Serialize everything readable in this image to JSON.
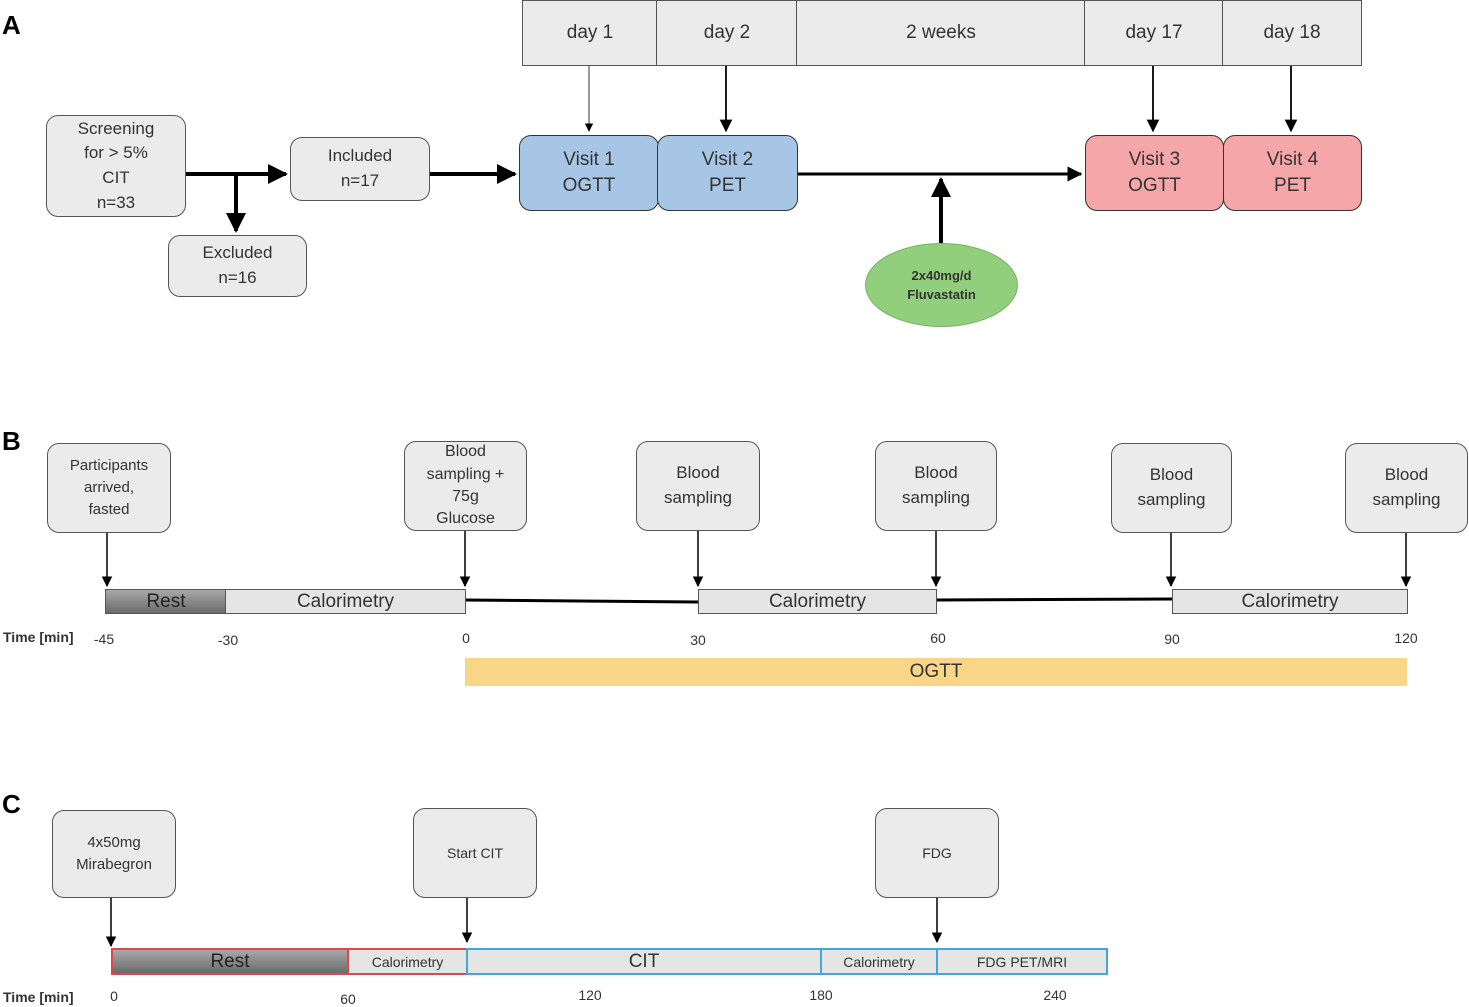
{
  "panels": {
    "a": "A",
    "b": "B",
    "c": "C"
  },
  "panel_a": {
    "days": [
      "day 1",
      "day 2",
      "2 weeks",
      "day 17",
      "day 18"
    ],
    "screening": "Screening\nfor > 5%\nCIT\nn=33",
    "excluded": "Excluded\nn=16",
    "included": "Included\nn=17",
    "visits": [
      "Visit 1\nOGTT",
      "Visit 2\nPET",
      "Visit 3\nOGTT",
      "Visit 4\nPET"
    ],
    "drug": "2x40mg/d\nFluvastatin",
    "colors": {
      "baseline_visit": "#a7c6e6",
      "followup_visit": "#f4a6a8",
      "drug": "#92cf7d"
    }
  },
  "panel_b": {
    "events": [
      "Participants\narrived,\nfasted",
      "Blood\nsampling +\n75g\nGlucose",
      "Blood\nsampling",
      "Blood\nsampling",
      "Blood\nsampling",
      "Blood\nsampling"
    ],
    "bars": [
      "Rest",
      "Calorimetry",
      "Calorimetry",
      "Calorimetry"
    ],
    "axis_title": "Time [min]",
    "ticks": [
      "-45",
      "-30",
      "0",
      "30",
      "60",
      "90",
      "120"
    ],
    "ogtt": "OGTT",
    "colors": {
      "ogtt": "#f9d587"
    }
  },
  "panel_c": {
    "events": [
      "4x50mg\nMirabegron",
      "Start CIT",
      "FDG"
    ],
    "bars": [
      "Rest",
      "Calorimetry",
      "CIT",
      "Calorimetry",
      "FDG PET/MRI"
    ],
    "axis_title": "Time [min]",
    "ticks": [
      "0",
      "60",
      "120",
      "180",
      "240"
    ],
    "colors": {
      "red_border": "#e0474c",
      "blue_border": "#3ea7dc"
    }
  }
}
